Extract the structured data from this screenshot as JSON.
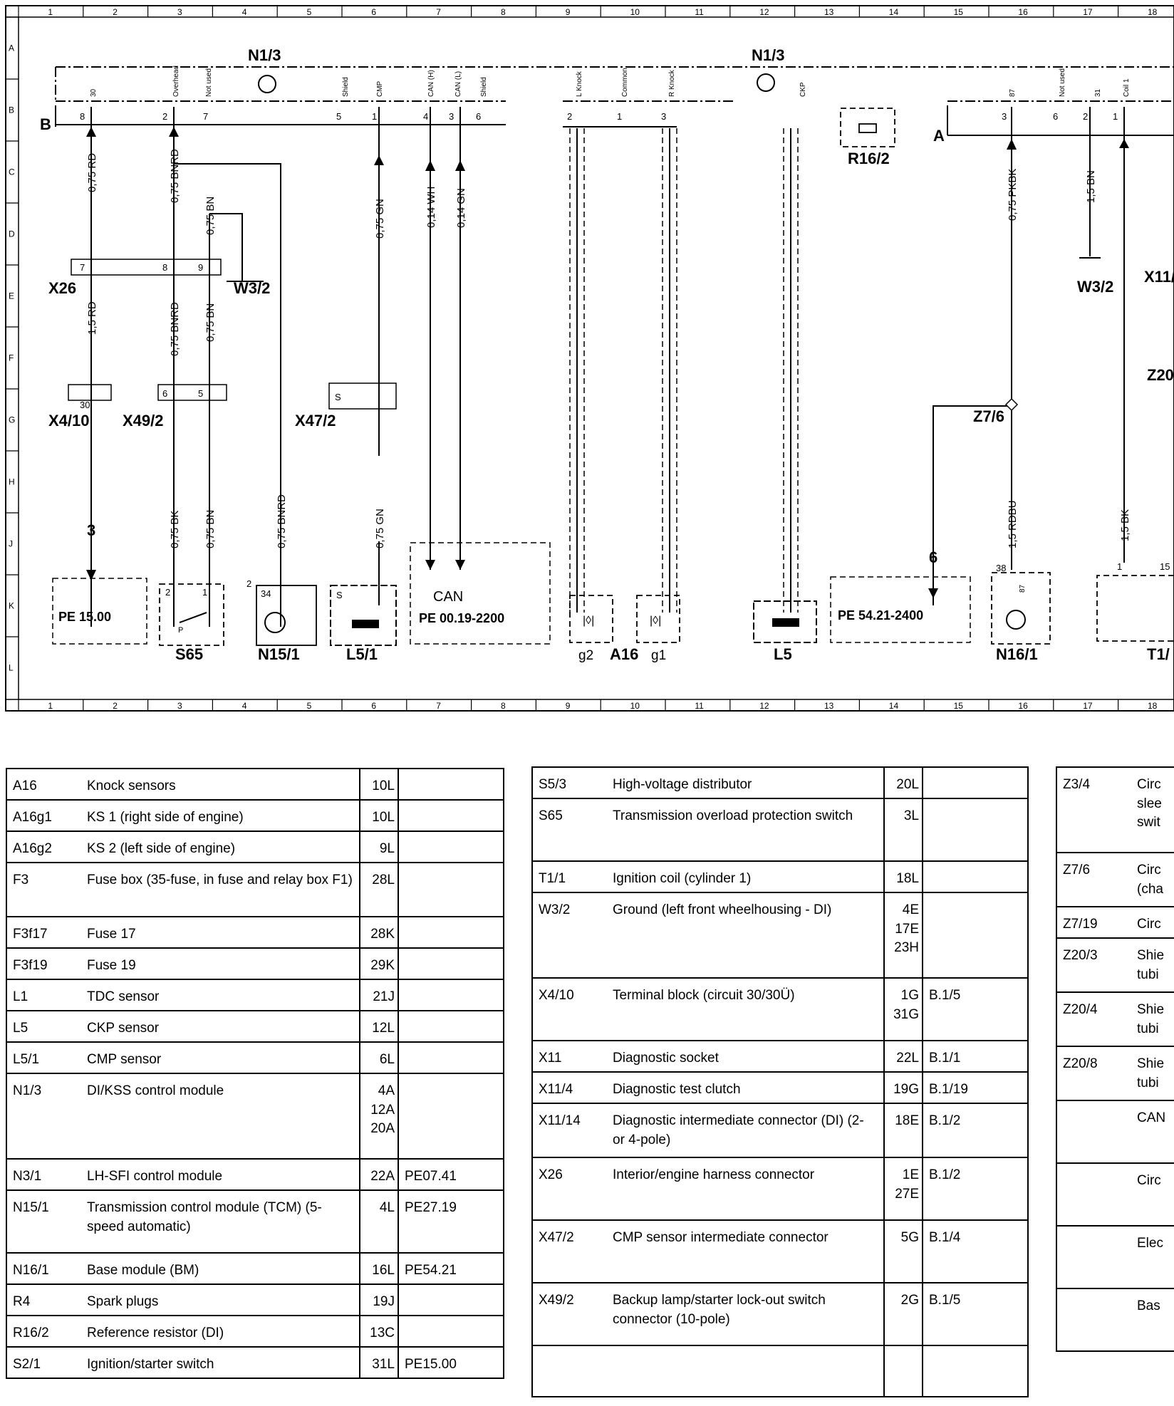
{
  "grid": {
    "columns": [
      "1",
      "2",
      "3",
      "4",
      "5",
      "6",
      "7",
      "8",
      "9",
      "10",
      "11",
      "12",
      "13",
      "14",
      "15",
      "16",
      "17",
      "18"
    ],
    "rows": [
      "A",
      "B",
      "C",
      "D",
      "E",
      "F",
      "G",
      "H",
      "J",
      "K",
      "L"
    ]
  },
  "components": {
    "n13_left": "N1/3",
    "n13_right": "N1/3",
    "r162": "R16/2",
    "x26": "X26",
    "w32_left": "W3/2",
    "w32_right": "W3/2",
    "x410": "X4/10",
    "x492": "X49/2",
    "x472": "X47/2",
    "z76": "Z7/6",
    "x11_partial": "X11/",
    "z20_partial": "Z20",
    "s65": "S65",
    "n151": "N15/1",
    "l51": "L5/1",
    "a16": "A16",
    "g2": "g2",
    "g1": "g1",
    "l5": "L5",
    "n161": "N16/1",
    "t11_partial": "T1/",
    "can": "CAN",
    "line_b": "B",
    "line_a": "A"
  },
  "headers": {
    "h30": "30",
    "overhead": "Overhead",
    "not_used": "Not used",
    "shield1": "Shield",
    "cmp": "CMP",
    "can_h": "CAN (H)",
    "can_l": "CAN (L)",
    "shield2": "Shield",
    "l_knock": "L Knock",
    "common": "Common",
    "r_knock": "R Knock",
    "ckp": "CKP",
    "h87": "87",
    "not_used2": "Not used",
    "h31": "31",
    "coil1": "Coil 1"
  },
  "pins": {
    "p8": "8",
    "p2": "2",
    "p7": "7",
    "p5": "5",
    "p1": "1",
    "p4": "4",
    "p3": "3",
    "p6": "6",
    "k2": "2",
    "k1": "1",
    "k3": "3",
    "r3": "3",
    "r6": "6",
    "r2": "2",
    "r1": "1",
    "x26_7": "7",
    "x26_8": "8",
    "x26_9": "9",
    "x410_30": "30",
    "x492_6": "6",
    "x492_5": "5",
    "s65_2": "2",
    "s65_1": "1",
    "n151_34": "34",
    "n151_2": "2",
    "n161_38": "38",
    "n161_87": "87",
    "t11_1": "1",
    "t11_15": "15",
    "l51_s": "S",
    "x472_s": "S",
    "s65_p": "P"
  },
  "wires": {
    "w_rd075": "0,75 RD",
    "w_bnrd075a": "0,75 BNRD",
    "w_bn075a": "0,75 BN",
    "w_gn075a": "0,75 GN",
    "w_wh014": "0,14 WH",
    "w_gn014": "0,14 GN",
    "w_pkbk075": "0,75 PKBK",
    "w_bn15": "1,5 BN",
    "w_rd15": "1,5 RD",
    "w_bnrd075b": "0,75 BNRD",
    "w_bn075b": "0,75 BN",
    "w_bk075": "0,75 BK",
    "w_bn075c": "0,75 BN",
    "w_bnrd075c": "0,75 BNRD",
    "w_gn075b": "0,75 GN",
    "w_rdbu15": "1,5 RDBU",
    "w_bk15": "1,5 BK"
  },
  "refs": {
    "pe1500": "PE 15.00",
    "pe0019": "PE 00.19-2200",
    "pe5421": "PE 54.21-2400",
    "num3": "3",
    "num6": "6"
  },
  "legend_col1": [
    {
      "code": "A16",
      "desc": "Knock sensors",
      "loc": "10L",
      "ref": ""
    },
    {
      "code": "A16g1",
      "desc": "KS 1 (right side of engine)",
      "loc": "10L",
      "ref": ""
    },
    {
      "code": "A16g2",
      "desc": "KS 2 (left side of engine)",
      "loc": "9L",
      "ref": ""
    },
    {
      "code": "F3",
      "desc": "Fuse box (35-fuse, in fuse and relay box F1)",
      "loc": "28L",
      "ref": ""
    },
    {
      "code": "F3f17",
      "desc": "Fuse 17",
      "loc": "28K",
      "ref": ""
    },
    {
      "code": "F3f19",
      "desc": "Fuse 19",
      "loc": "29K",
      "ref": ""
    },
    {
      "code": "L1",
      "desc": "TDC sensor",
      "loc": "21J",
      "ref": ""
    },
    {
      "code": "L5",
      "desc": "CKP sensor",
      "loc": "12L",
      "ref": ""
    },
    {
      "code": "L5/1",
      "desc": "CMP sensor",
      "loc": "6L",
      "ref": ""
    },
    {
      "code": "N1/3",
      "desc": "DI/KSS control module",
      "loc": "4A\n12A\n20A",
      "ref": ""
    },
    {
      "code": "N3/1",
      "desc": "LH-SFI control module",
      "loc": "22A",
      "ref": "PE07.41"
    },
    {
      "code": "N15/1",
      "desc": "Transmission control module (TCM) (5-speed automatic)",
      "loc": "4L",
      "ref": "PE27.19"
    },
    {
      "code": "N16/1",
      "desc": "Base module (BM)",
      "loc": "16L",
      "ref": "PE54.21"
    },
    {
      "code": "R4",
      "desc": "Spark plugs",
      "loc": "19J",
      "ref": ""
    },
    {
      "code": "R16/2",
      "desc": "Reference resistor (DI)",
      "loc": "13C",
      "ref": ""
    },
    {
      "code": "S2/1",
      "desc": "Ignition/starter switch",
      "loc": "31L",
      "ref": "PE15.00"
    }
  ],
  "legend_col2": [
    {
      "code": "S5/3",
      "desc": "High-voltage distributor",
      "loc": "20L",
      "ref": ""
    },
    {
      "code": "S65",
      "desc": "Transmission overload protection switch",
      "loc": "3L",
      "ref": ""
    },
    {
      "code": "T1/1",
      "desc": "Ignition coil (cylinder 1)",
      "loc": "18L",
      "ref": ""
    },
    {
      "code": "W3/2",
      "desc": "Ground (left front wheelhousing - DI)",
      "loc": "4E\n17E\n23H",
      "ref": ""
    },
    {
      "code": "X4/10",
      "desc": "Terminal block (circuit 30/30Ü)",
      "loc": "1G\n31G",
      "ref": "B.1/5"
    },
    {
      "code": "X11",
      "desc": "Diagnostic socket",
      "loc": "22L",
      "ref": "B.1/1"
    },
    {
      "code": "X11/4",
      "desc": "Diagnostic test clutch",
      "loc": "19G",
      "ref": "B.1/19"
    },
    {
      "code": "X11/14",
      "desc": "Diagnostic intermediate connector (DI) (2- or 4-pole)",
      "loc": "18E",
      "ref": "B.1/2"
    },
    {
      "code": "X26",
      "desc": "Interior/engine harness connector",
      "loc": "1E\n27E",
      "ref": "B.1/2"
    },
    {
      "code": "X47/2",
      "desc": "CMP sensor intermediate connector",
      "loc": "5G",
      "ref": "B.1/4"
    },
    {
      "code": "X49/2",
      "desc": "Backup lamp/starter lock-out switch connector (10-pole)",
      "loc": "2G",
      "ref": "B.1/5"
    },
    {
      "code": "",
      "desc": "",
      "loc": "",
      "ref": ""
    }
  ],
  "legend_col3": [
    {
      "code": "Z3/4",
      "desc": "Circ slee swit"
    },
    {
      "code": "Z7/6",
      "desc": "Circ (cha"
    },
    {
      "code": "Z7/19",
      "desc": "Circ"
    },
    {
      "code": "Z20/3",
      "desc": "Shie tubi"
    },
    {
      "code": "Z20/4",
      "desc": "Shie tubi"
    },
    {
      "code": "Z20/8",
      "desc": "Shie tubi"
    },
    {
      "code": "",
      "desc": "CAN"
    },
    {
      "code": "",
      "desc": "Circ"
    },
    {
      "code": "",
      "desc": "Elec"
    },
    {
      "code": "",
      "desc": "Bas"
    }
  ]
}
